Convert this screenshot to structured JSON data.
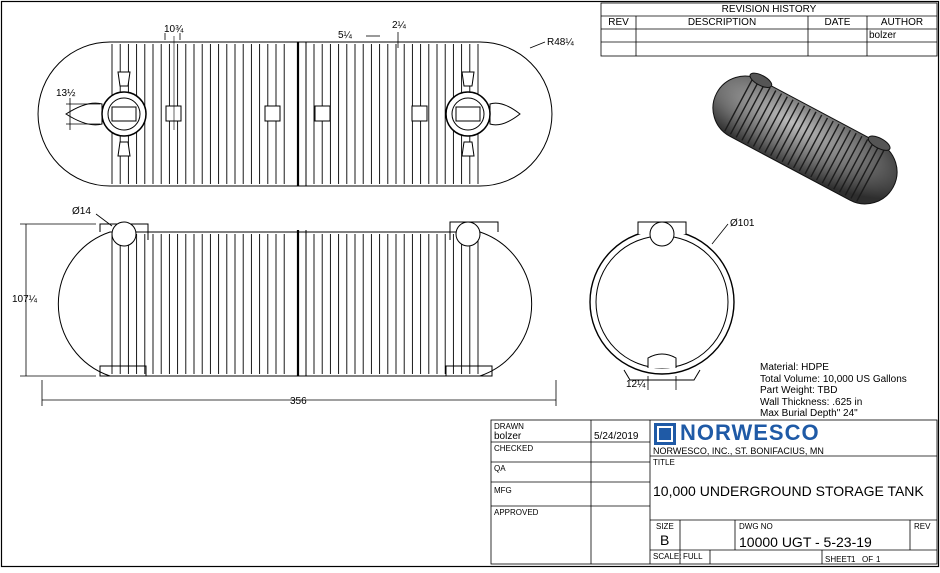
{
  "revision": {
    "title": "REVISION HISTORY",
    "columns": [
      "REV",
      "DESCRIPTION",
      "DATE",
      "AUTHOR"
    ],
    "rows": [
      [
        "",
        "",
        "",
        "bolzer"
      ],
      [
        "",
        "",
        "",
        ""
      ]
    ]
  },
  "dimensions": {
    "top_width_rib": "10¾",
    "rib_gap": "5¼",
    "rib_depth": "2¼",
    "end_radius": "R48¼",
    "port_height": "13½",
    "fitting_dia": "Ø14",
    "overall_height": "107¼",
    "overall_length": "356",
    "tank_dia": "Ø101",
    "foot_width": "12¼"
  },
  "notes": [
    "Material:  HDPE",
    "Total Volume:  10,000 US Gallons",
    "Part Weight: TBD",
    "Wall Thickness:  .625 in",
    "Max Burial Depth\" 24\""
  ],
  "title_block": {
    "drawn_label": "DRAWN",
    "drawn_by": "bolzer",
    "drawn_date": "5/24/2019",
    "checked_label": "CHECKED",
    "qa_label": "QA",
    "mfg_label": "MFG",
    "approved_label": "APPROVED",
    "company_logo": "NORWESCO",
    "company_line": "NORWESCO, INC., ST. BONIFACIUS, MN",
    "title_label": "TITLE",
    "title": "10,000 UNDERGROUND STORAGE TANK",
    "size_label": "SIZE",
    "size": "B",
    "dwg_label": "DWG NO",
    "dwg_no": "10000 UGT - 5-23-19",
    "rev_label": "REV",
    "scale_label": "SCALE:",
    "scale": "FULL",
    "sheet_label": "SHEET",
    "sheet_no": "1",
    "sheet_of": "OF",
    "sheet_total": "1"
  },
  "colors": {
    "line": "#000000",
    "logo_blue": "#1f5aa6",
    "shade": "#6b6b6b"
  }
}
